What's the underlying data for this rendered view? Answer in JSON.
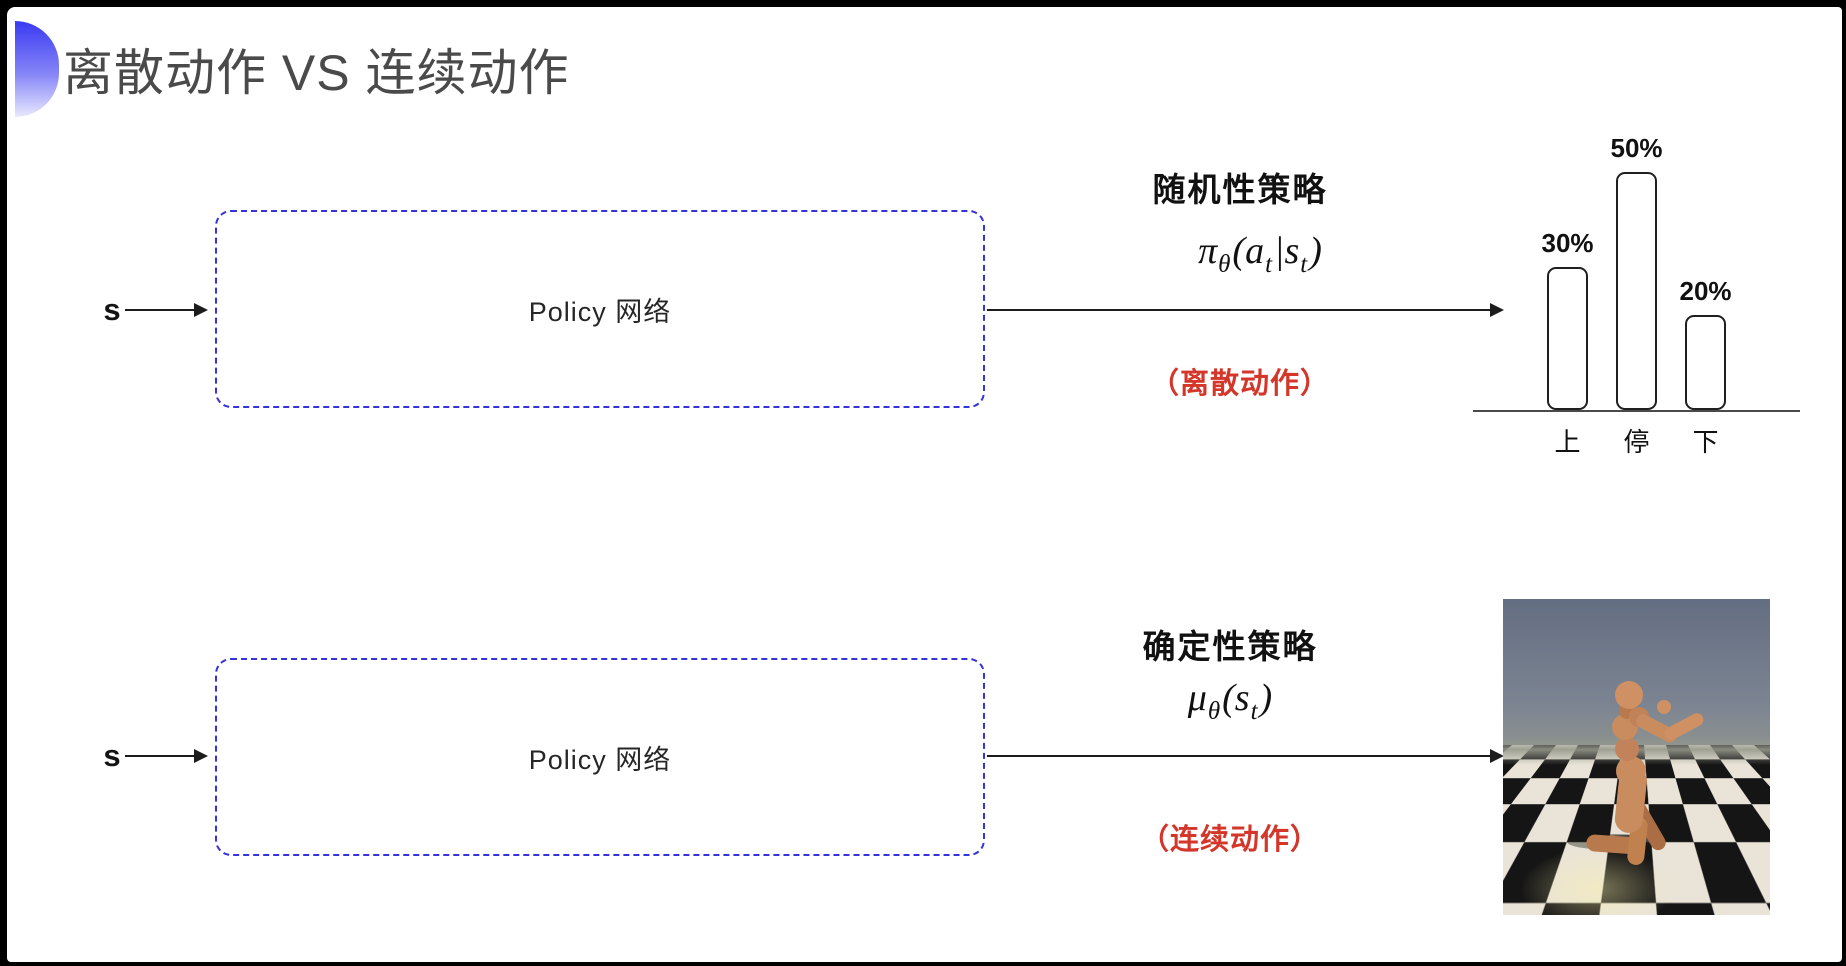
{
  "slide": {
    "title": "离散动作 VS 连续动作"
  },
  "row_discrete": {
    "input_label": "s",
    "box_label": "Policy 网络",
    "policy_title": "随机性策略",
    "formula": {
      "fn": "π",
      "fn_sub": "θ",
      "lp": "(",
      "arg1": "a",
      "arg1_sub": "t",
      "sep": "|",
      "arg2": "s",
      "arg2_sub": "t",
      "rp": ")"
    },
    "action_note": "（离散动作）"
  },
  "row_continuous": {
    "input_label": "s",
    "box_label": "Policy 网络",
    "policy_title": "确定性策略",
    "formula": {
      "fn": "μ",
      "fn_sub": "θ",
      "lp": "(",
      "arg1": "s",
      "arg1_sub": "t",
      "rp": ")"
    },
    "action_note": "（连续动作）"
  },
  "chart_data": {
    "type": "bar",
    "categories": [
      "上",
      "停",
      "下"
    ],
    "values": [
      30,
      50,
      20
    ],
    "value_labels": [
      "30%",
      "50%",
      "20%"
    ],
    "title": "",
    "xlabel": "",
    "ylabel": "",
    "ylim": [
      0,
      60
    ],
    "grid": false,
    "legend": false,
    "bar_fill": "#ffffff",
    "bar_border": "#1f1f1f"
  },
  "colors": {
    "accent_blue": "#3434d9",
    "note_red": "#d4362a",
    "arrow": "#1c1c1c",
    "title_gray": "#4a4a4a"
  },
  "robot_scene": {
    "sky_top": "#646e82",
    "sky_bottom": "#8f948f",
    "floor_dark": "#151515",
    "floor_light": "#eae4d8",
    "body_tan": "#c98c5e"
  }
}
